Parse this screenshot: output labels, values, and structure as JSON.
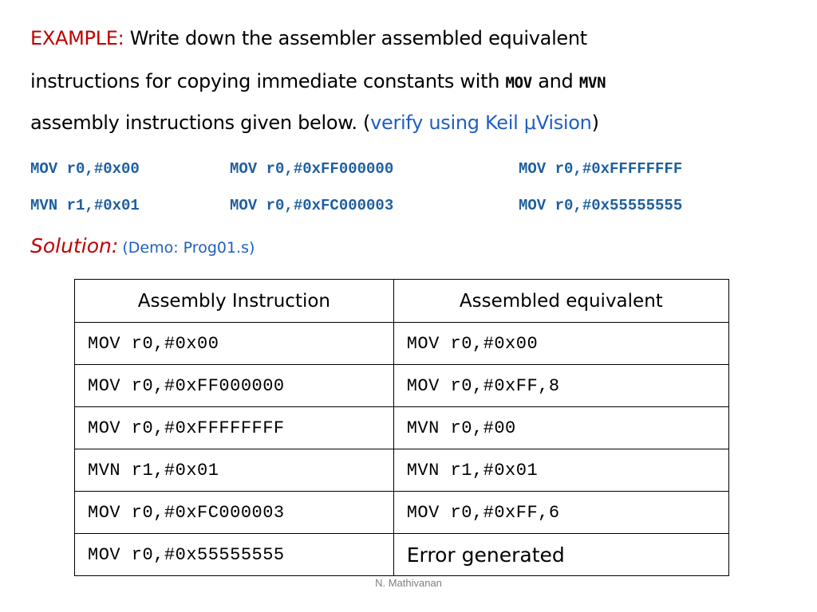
{
  "intro": {
    "example_label": "EXAMPLE:",
    "text1": " Write down the assembler assembled equivalent",
    "text2": "instructions for copying immediate constants with ",
    "kw_mov": "MOV",
    "text_and": " and ",
    "kw_mvn": "MVN",
    "text3": "assembly instructions given below. (",
    "verify": "verify using Keil μVision",
    "close_paren": ")"
  },
  "code_rows": [
    [
      "MOV r0,#0x00",
      "MOV r0,#0xFF000000",
      "MOV r0,#0xFFFFFFFF"
    ],
    [
      "MVN r1,#0x01",
      "MOV r0,#0xFC000003",
      "MOV r0,#0x55555555"
    ]
  ],
  "solution": {
    "label": "Solution:",
    "demo": "(Demo: Prog01.s)"
  },
  "table": {
    "headers": [
      "Assembly Instruction",
      "Assembled equivalent"
    ],
    "rows": [
      [
        "MOV r0,#0x00",
        "MOV r0,#0x00"
      ],
      [
        "MOV r0,#0xFF000000",
        "MOV r0,#0xFF,8"
      ],
      [
        "MOV r0,#0xFFFFFFFF",
        "MVN r0,#00"
      ],
      [
        "MVN r1,#0x01",
        "MVN r1,#0x01"
      ],
      [
        "MOV r0,#0xFC000003",
        "MOV r0,#0xFF,6"
      ],
      [
        "MOV r0,#0x55555555",
        "Error generated"
      ]
    ]
  },
  "footer": "N. Mathivanan",
  "colors": {
    "red": "#c00000",
    "blue": "#1f5fbf",
    "code_blue": "#1f5f9f"
  }
}
